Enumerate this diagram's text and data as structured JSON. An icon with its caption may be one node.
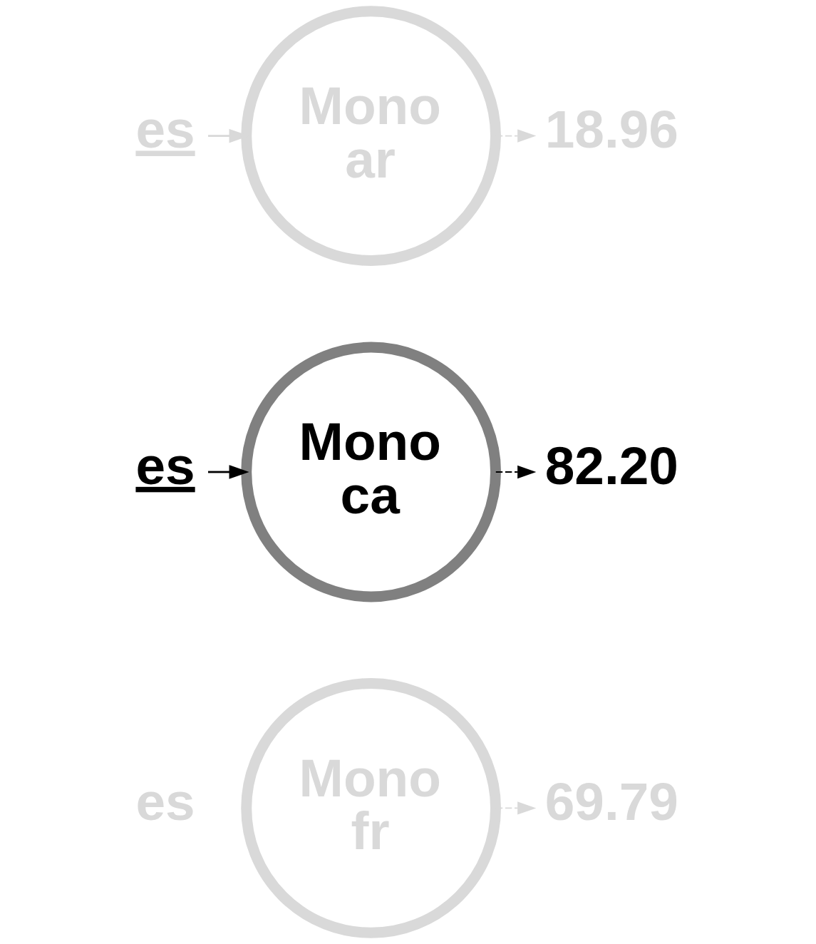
{
  "diagram": {
    "nodes": [
      {
        "text": [
          "es"
        ]
      },
      {
        "text": [
          "Mono ar"
        ]
      },
      {
        "text": [
          "18.96"
        ]
      },
      {
        "text": [
          "es"
        ]
      },
      {
        "text": [
          "Mono ca"
        ]
      },
      {
        "text": [
          "82.20"
        ]
      },
      {
        "text": [
          "Mono fr"
        ]
      },
      {
        "text": [
          "69.79"
        ]
      }
    ],
    "edges": [
      {
        "from": 0,
        "to": 1,
        "arrow": "to",
        "color": "#d9d9d9"
      },
      {
        "from": 1,
        "to": 2,
        "arrow": "to",
        "style": "dashed",
        "color": "#d9d9d9"
      },
      {
        "from": 3,
        "to": 4,
        "arrow": "to",
        "color": "#000000"
      },
      {
        "from": 4,
        "to": 5,
        "arrow": "to",
        "style": "dashed",
        "color": "#000000"
      },
      {
        "from": 6,
        "to": 7,
        "arrow": "to",
        "style": "dashed",
        "color": "#d9d9d9"
      }
    ],
    "labels": [
      "es"
    ]
  }
}
